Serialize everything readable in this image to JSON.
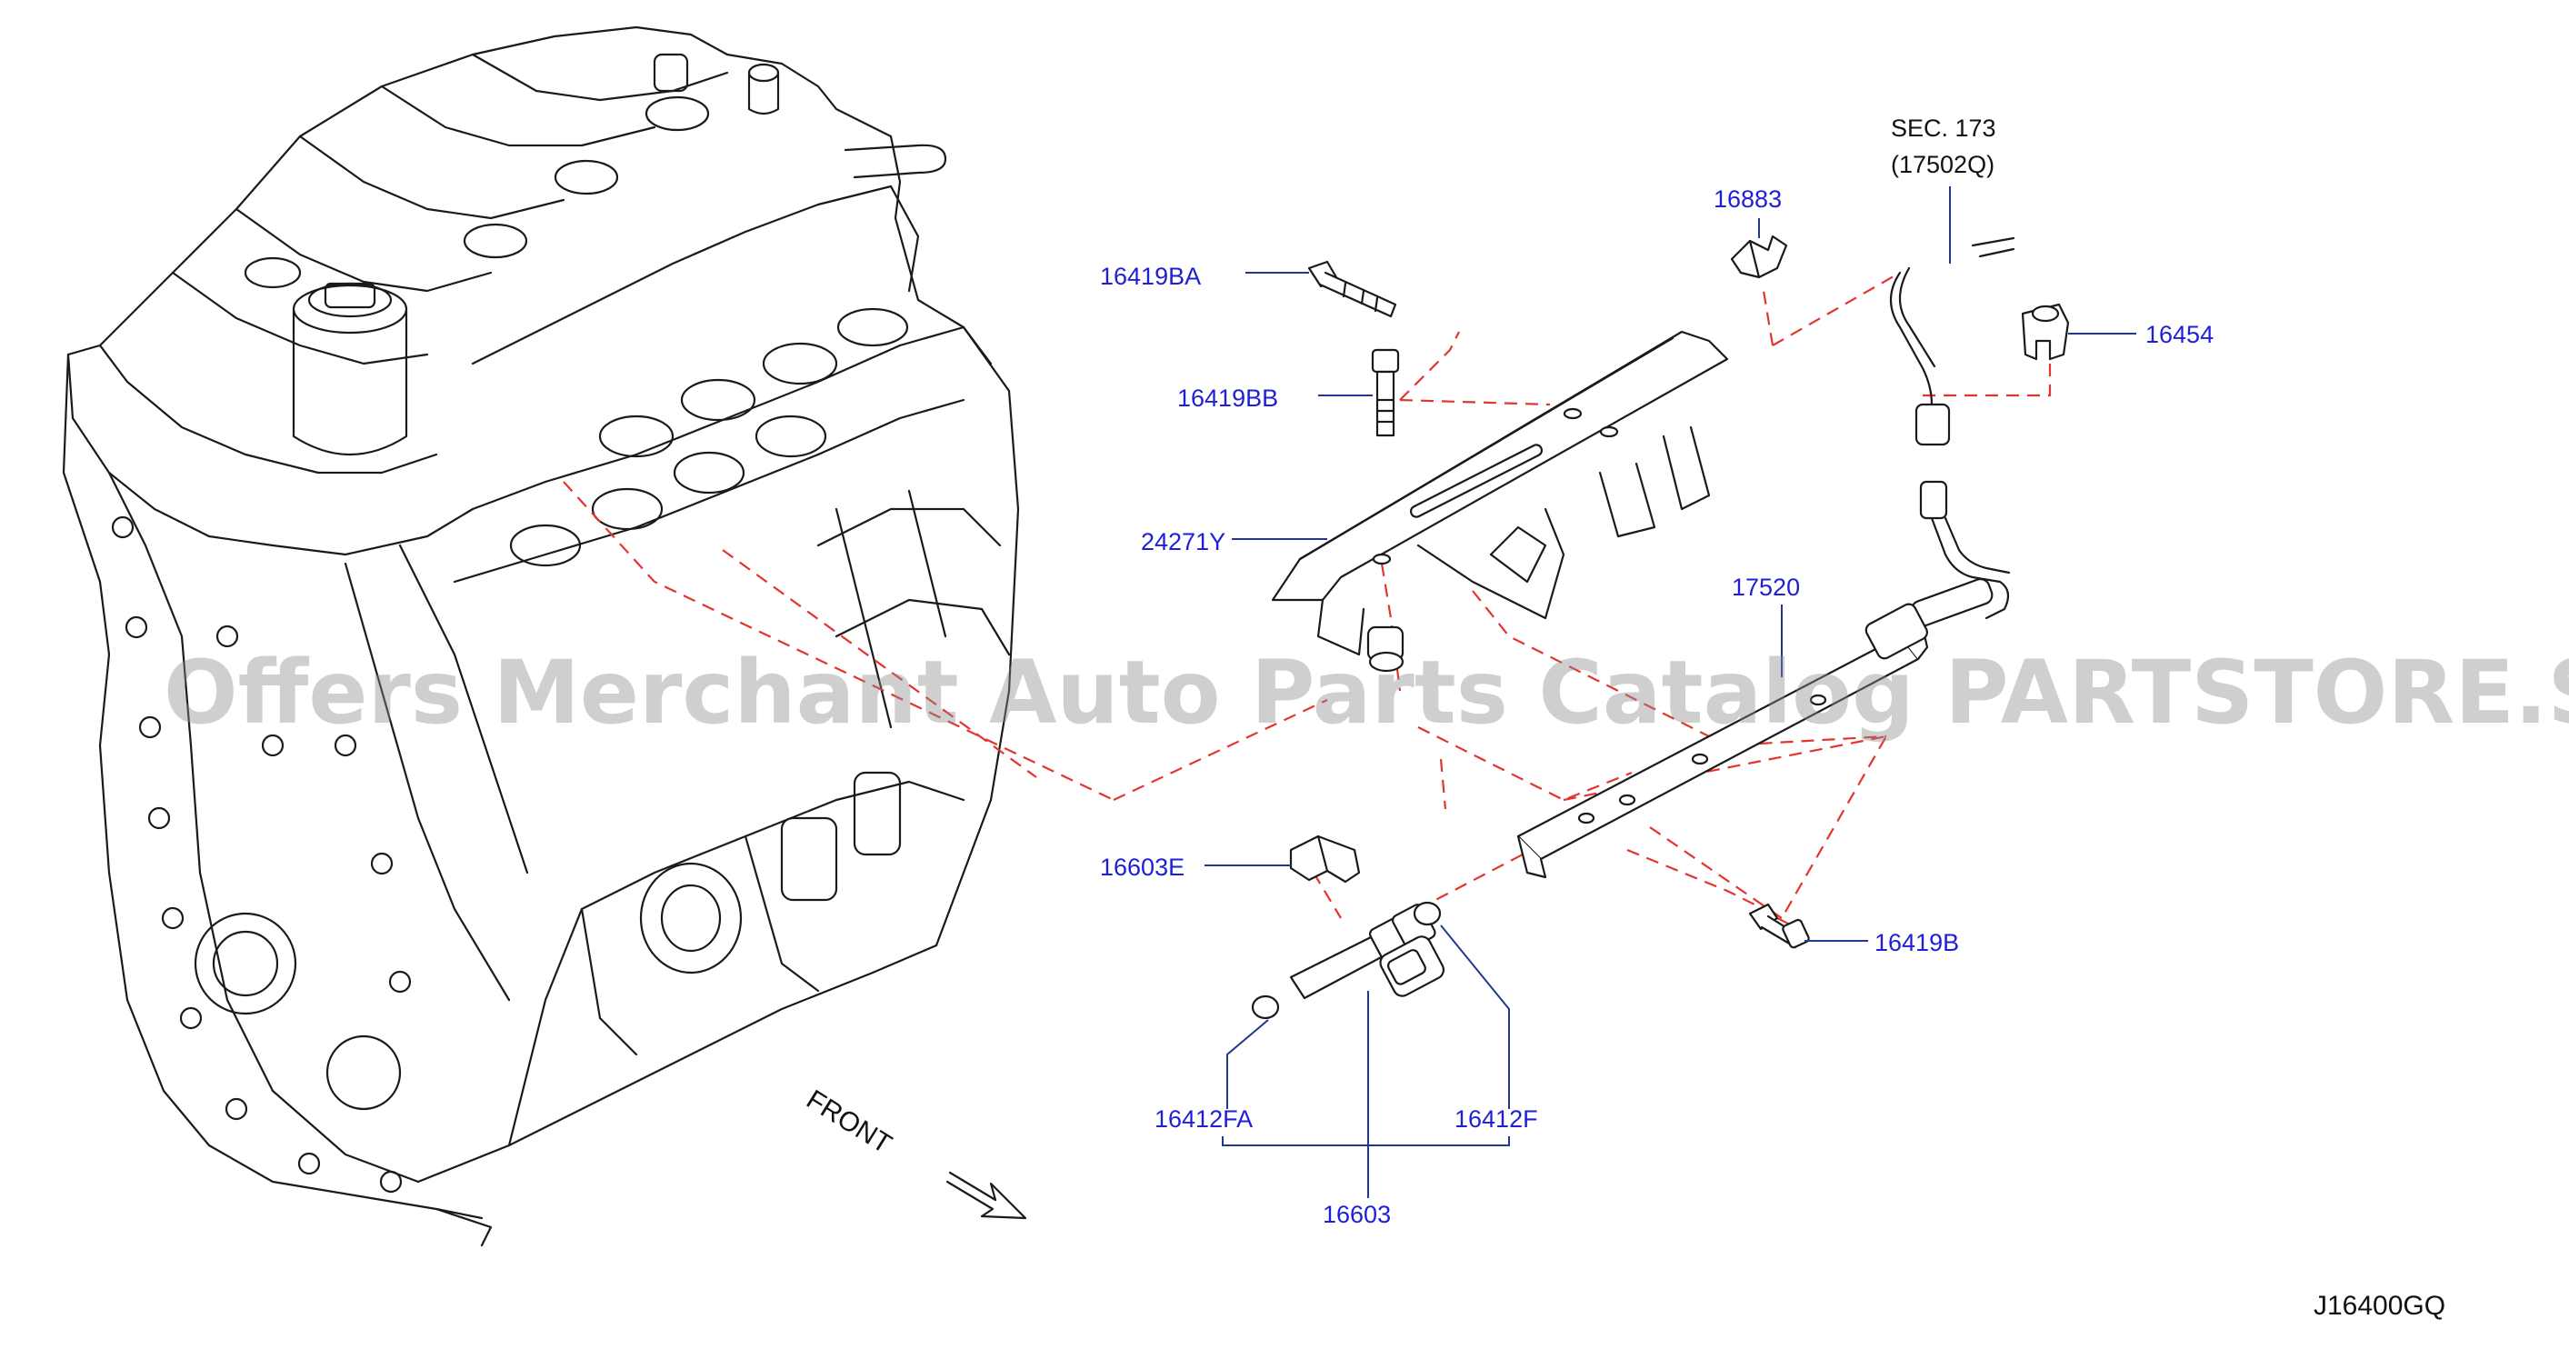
{
  "diagram": {
    "reference_code": "J16400GQ",
    "direction_label": "FRONT",
    "watermark": "Offers Merchant Auto Parts Catalog PARTSTORE.SA",
    "section_ref": {
      "line1": "SEC.   173",
      "line2": "(17502Q)"
    },
    "callouts": {
      "p16419BA": "16419BA",
      "p16419BB": "16419BB",
      "p24271Y": "24271Y",
      "p16883": "16883",
      "p16454": "16454",
      "p17520": "17520",
      "p16603E": "16603E",
      "p16419B": "16419B",
      "p16412FA": "16412FA",
      "p16412F": "16412F",
      "p16603": "16603"
    },
    "colors": {
      "callout_text": "#1f1fd6",
      "leader_line": "#1f3a8c",
      "assembly_dash": "#e3342f",
      "line_art": "#1a1a1a",
      "watermark": "#8c8c8c"
    }
  }
}
